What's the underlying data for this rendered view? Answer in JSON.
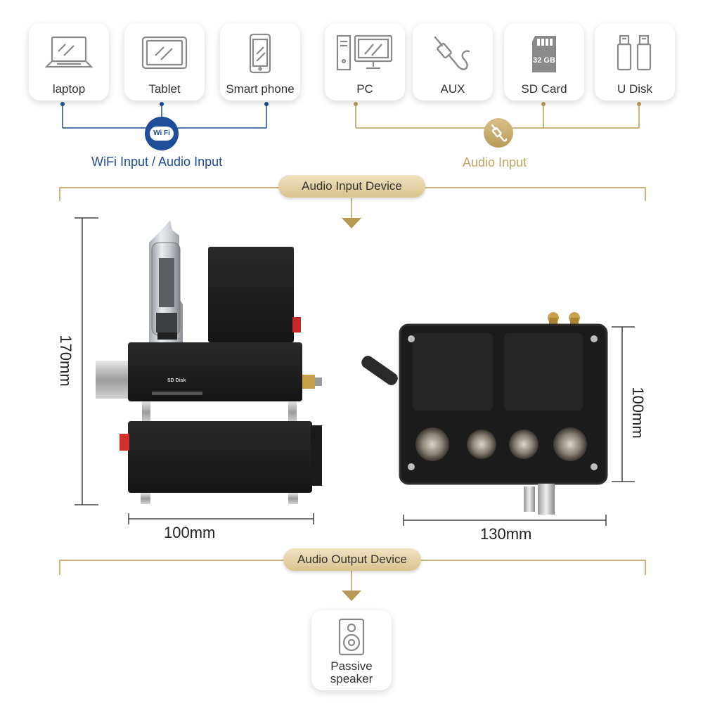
{
  "wifi_group": {
    "devices": [
      {
        "label": "laptop",
        "icon": "laptop-icon"
      },
      {
        "label": "Tablet",
        "icon": "tablet-icon"
      },
      {
        "label": "Smart phone",
        "icon": "smartphone-icon"
      }
    ],
    "badge_text": "Wi Fi",
    "caption": "WiFi Input / Audio Input",
    "color": "#1f4d9a"
  },
  "wired_group": {
    "devices": [
      {
        "label": "PC",
        "icon": "pc-icon"
      },
      {
        "label": "AUX",
        "icon": "aux-cable-icon"
      },
      {
        "label": "SD Card",
        "icon": "sd-card-icon",
        "icon_text": "32 GB"
      },
      {
        "label": "U Disk",
        "icon": "usb-disk-icon"
      }
    ],
    "caption": "Audio Input",
    "color": "#b89a56"
  },
  "input_device_label": "Audio Input Device",
  "output_device_label": "Audio Output Device",
  "amplifier": {
    "side_slot_label": "SD Disk",
    "dims": {
      "height": "170mm",
      "side_width": "100mm",
      "top_depth": "100mm",
      "top_width": "130mm"
    }
  },
  "output": {
    "label_line1": "Passive",
    "label_line2": "speaker",
    "icon": "speaker-icon"
  },
  "colors": {
    "gold": "#b89a56",
    "blue": "#1f4d9a",
    "card_stroke": "#8a8a8a"
  }
}
